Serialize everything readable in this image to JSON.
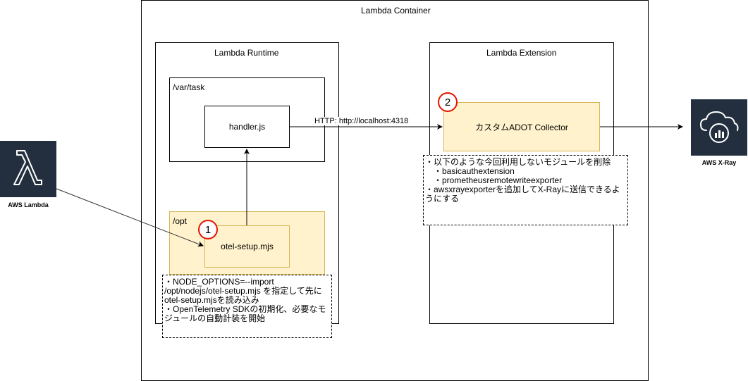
{
  "container": {
    "title": "Lambda Container"
  },
  "runtime": {
    "title": "Lambda Runtime"
  },
  "extension": {
    "title": "Lambda Extension"
  },
  "task": {
    "title": "/var/task",
    "handler": "handler.js"
  },
  "opt": {
    "title": "/opt",
    "otel_setup": "otel-setup.mjs"
  },
  "collector": {
    "label": "カスタムADOT Collector"
  },
  "edge_label": "HTTP: http://localhost:4318",
  "badges": [
    "1",
    "2"
  ],
  "note_left": [
    "・NODE_OPTIONS=--import",
    "/opt/nodejs/otel-setup.mjs を指定して先に",
    "otel-setup.mjsを読み込み",
    "・OpenTelemetry SDKの初期化、必要なモ",
    "ジュールの自動計装を開始"
  ],
  "note_right": [
    "・以下のような今回利用しないモジュールを削除",
    "　・basicauthextension",
    "　・prometheusremotewriteexporter",
    "・awsxrayexporterを追加してX-Rayに送信できるよ",
    "うにする"
  ],
  "icons": {
    "lambda": {
      "name": "aws-lambda-icon",
      "label": "AWS Lambda"
    },
    "xray": {
      "name": "aws-xray-icon",
      "label": "AWS X-Ray"
    }
  },
  "colors": {
    "accent_fill": "#fff2cc",
    "accent_stroke": "#d6b656",
    "badge": "#e51400",
    "aws_dark": "#232f3e"
  }
}
